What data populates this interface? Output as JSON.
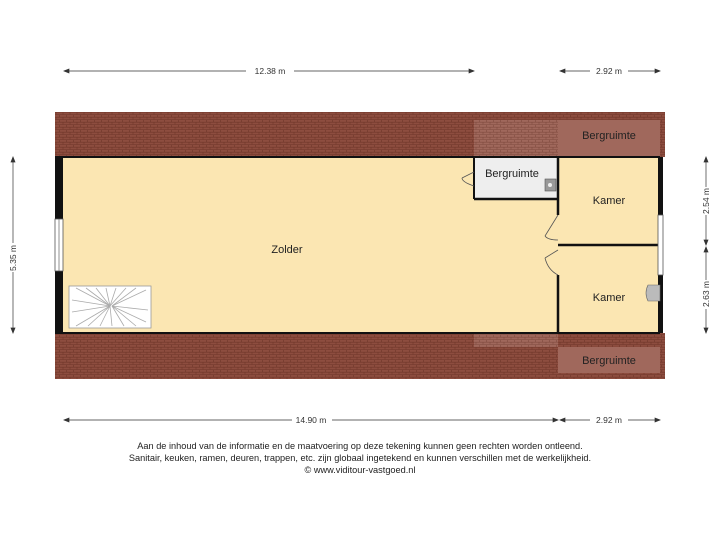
{
  "rooms": {
    "zolder": "Zolder",
    "bergruimte_inner": "Bergruimte",
    "bergruimte_top": "Bergruimte",
    "bergruimte_bottom": "Bergruimte",
    "kamer_top": "Kamer",
    "kamer_bottom": "Kamer"
  },
  "dimensions": {
    "top_left": "12.38 m",
    "top_right": "2.92 m",
    "bottom_left": "14.90 m",
    "bottom_right": "2.92 m",
    "left_side": "5.35 m",
    "right_top": "2.54 m",
    "right_bottom": "2.63 m"
  },
  "disclaimer": {
    "line1": "Aan de inhoud van de informatie en de maatvoering op deze tekening kunnen geen rechten worden ontleend.",
    "line2": "Sanitair, keuken, ramen, deuren, trappen, etc. zijn globaal ingetekend en kunnen verschillen met de werkelijkheid.",
    "line3": "© www.viditour-vastgoed.nl"
  },
  "colors": {
    "floor": "#fbe6b2",
    "roof": "#8a4a3c",
    "storage": "#e9e9e9",
    "wall": "#111111"
  }
}
